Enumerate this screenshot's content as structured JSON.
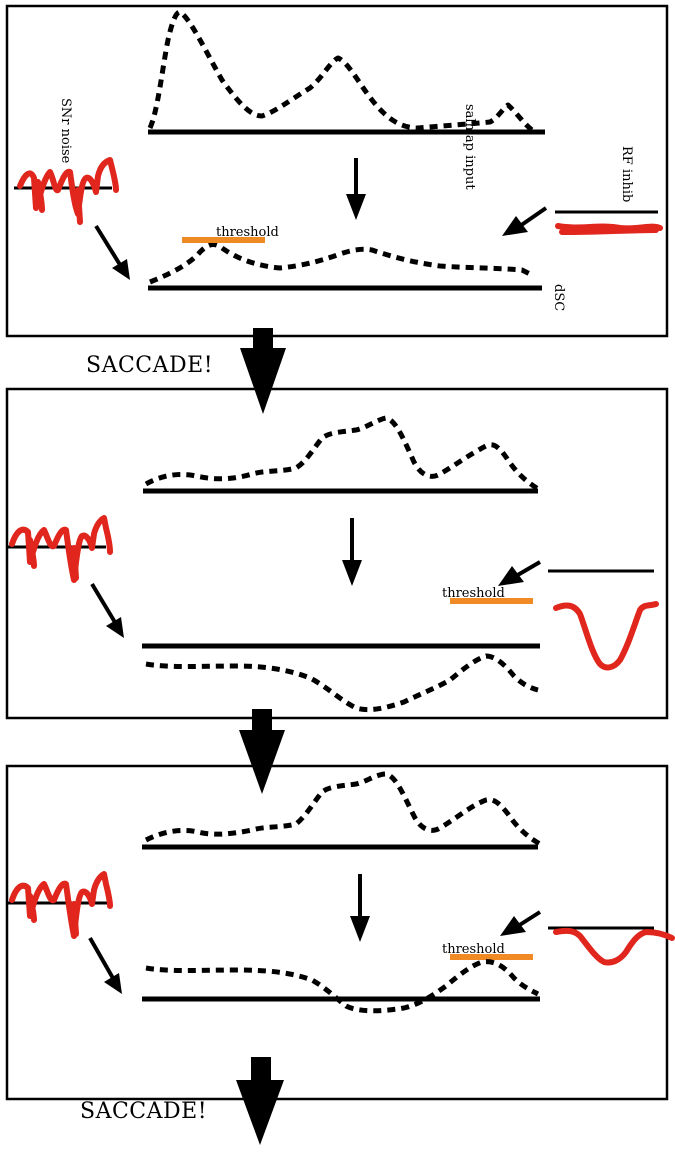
{
  "labels": {
    "salmap_input": "salmap input",
    "snr_noise": "SNr noise",
    "rf_inhib": "RF inhib",
    "dsc": "dSC",
    "threshold": "threshold",
    "saccade": "SACCADE!"
  },
  "panels": [
    {
      "id": 1,
      "threshold_crossed": true,
      "saccade_after": true
    },
    {
      "id": 2,
      "threshold_crossed": false,
      "saccade_after": false
    },
    {
      "id": 3,
      "threshold_crossed": true,
      "saccade_after": true
    }
  ],
  "colors": {
    "noise": "#e0261d",
    "threshold": "#f08a24",
    "ink": "#000000"
  }
}
